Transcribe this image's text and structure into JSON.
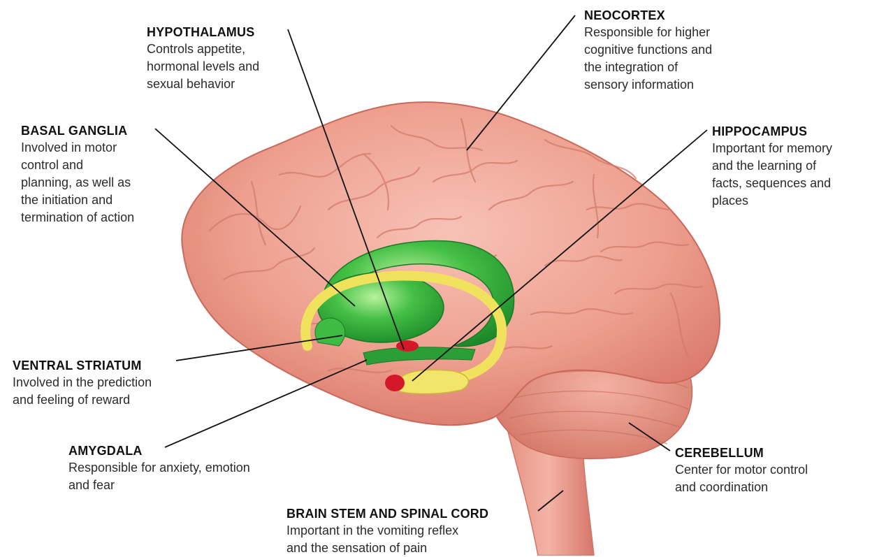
{
  "labels": [
    {
      "key": "hypothalamus",
      "title": "HYPOTHALAMUS",
      "desc": "Controls appetite,\nhormonal levels and\nsexual behavior"
    },
    {
      "key": "neocortex",
      "title": "NEOCORTEX",
      "desc": "Responsible for higher\ncognitive functions and\nthe integration of\nsensory information"
    },
    {
      "key": "basal-ganglia",
      "title": "BASAL GANGLIA",
      "desc": "Involved in motor\ncontrol and\nplanning, as well as\nthe initiation and\ntermination of action"
    },
    {
      "key": "hippocampus",
      "title": "HIPPOCAMPUS",
      "desc": "Important for memory\nand the learning of\nfacts, sequences and\nplaces"
    },
    {
      "key": "ventral-striatum",
      "title": "VENTRAL STRIATUM",
      "desc": "Involved in the prediction\nand feeling of reward"
    },
    {
      "key": "amygdala",
      "title": "AMYGDALA",
      "desc": "Responsible for anxiety, emotion\nand fear"
    },
    {
      "key": "cerebellum",
      "title": "CEREBELLUM",
      "desc": "Center for motor control\nand coordination"
    },
    {
      "key": "brain-stem",
      "title": "BRAIN STEM AND SPINAL CORD",
      "desc": "Important in the vomiting reflex\nand the sensation of pain"
    }
  ],
  "colors": {
    "cortex": "#efa090",
    "cortex_dark": "#c9685a",
    "basal_ganglia": "#2fa83c",
    "striatum_band": "#f3e46a",
    "amygdala_red": "#d4182a",
    "leader_line": "#111111"
  }
}
